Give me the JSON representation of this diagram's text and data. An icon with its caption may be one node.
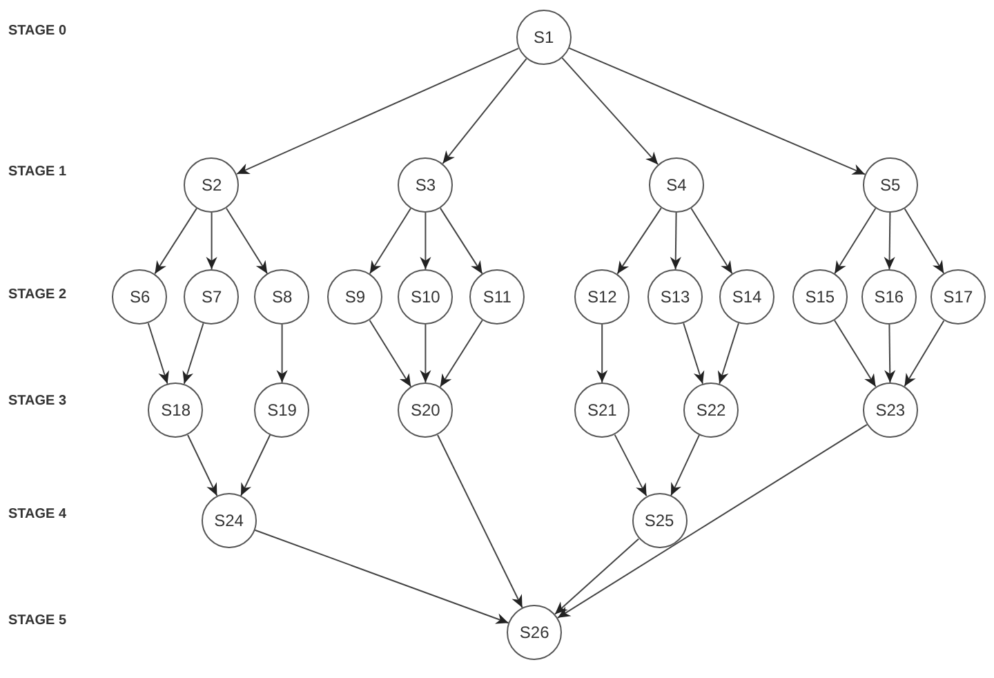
{
  "diagram": {
    "nodes": [
      {
        "text": [
          "S1"
        ]
      },
      {
        "text": [
          "S2"
        ]
      },
      {
        "text": [
          "S3"
        ]
      },
      {
        "text": [
          "S4"
        ]
      },
      {
        "text": [
          "S5"
        ]
      },
      {
        "text": [
          "S6"
        ]
      },
      {
        "text": [
          "S7"
        ]
      },
      {
        "text": [
          "S8"
        ]
      },
      {
        "text": [
          "S9"
        ]
      },
      {
        "text": [
          "S10"
        ]
      },
      {
        "text": [
          "S11"
        ]
      },
      {
        "text": [
          "S12"
        ]
      },
      {
        "text": [
          "S13"
        ]
      },
      {
        "text": [
          "S14"
        ]
      },
      {
        "text": [
          "S15"
        ]
      },
      {
        "text": [
          "S16"
        ]
      },
      {
        "text": [
          "S17"
        ]
      },
      {
        "text": [
          "S18"
        ]
      },
      {
        "text": [
          "S19"
        ]
      },
      {
        "text": [
          "S20"
        ]
      },
      {
        "text": [
          "S21"
        ]
      },
      {
        "text": [
          "S22"
        ]
      },
      {
        "text": [
          "S23"
        ]
      },
      {
        "text": [
          "S24"
        ]
      },
      {
        "text": [
          "S25"
        ]
      },
      {
        "text": [
          "S26"
        ]
      }
    ],
    "edges": [
      {
        "from": 0,
        "to": 1,
        "arrow": "to"
      },
      {
        "from": 0,
        "to": 2,
        "arrow": "to"
      },
      {
        "from": 0,
        "to": 3,
        "arrow": "to"
      },
      {
        "from": 0,
        "to": 4,
        "arrow": "to"
      },
      {
        "from": 1,
        "to": 5,
        "arrow": "to"
      },
      {
        "from": 1,
        "to": 6,
        "arrow": "to"
      },
      {
        "from": 1,
        "to": 7,
        "arrow": "to"
      },
      {
        "from": 2,
        "to": 8,
        "arrow": "to"
      },
      {
        "from": 2,
        "to": 9,
        "arrow": "to"
      },
      {
        "from": 2,
        "to": 10,
        "arrow": "to"
      },
      {
        "from": 3,
        "to": 11,
        "arrow": "to"
      },
      {
        "from": 3,
        "to": 12,
        "arrow": "to"
      },
      {
        "from": 3,
        "to": 13,
        "arrow": "to"
      },
      {
        "from": 4,
        "to": 14,
        "arrow": "to"
      },
      {
        "from": 4,
        "to": 15,
        "arrow": "to"
      },
      {
        "from": 4,
        "to": 16,
        "arrow": "to"
      },
      {
        "from": 5,
        "to": 17,
        "arrow": "to"
      },
      {
        "from": 6,
        "to": 17,
        "arrow": "to"
      },
      {
        "from": 7,
        "to": 18,
        "arrow": "to"
      },
      {
        "from": 8,
        "to": 19,
        "arrow": "to"
      },
      {
        "from": 9,
        "to": 19,
        "arrow": "to"
      },
      {
        "from": 10,
        "to": 19,
        "arrow": "to"
      },
      {
        "from": 11,
        "to": 20,
        "arrow": "to"
      },
      {
        "from": 12,
        "to": 21,
        "arrow": "to"
      },
      {
        "from": 13,
        "to": 21,
        "arrow": "to"
      },
      {
        "from": 14,
        "to": 22,
        "arrow": "to"
      },
      {
        "from": 15,
        "to": 22,
        "arrow": "to"
      },
      {
        "from": 16,
        "to": 22,
        "arrow": "to"
      },
      {
        "from": 17,
        "to": 23,
        "arrow": "to"
      },
      {
        "from": 18,
        "to": 23,
        "arrow": "to"
      },
      {
        "from": 20,
        "to": 24,
        "arrow": "to"
      },
      {
        "from": 21,
        "to": 24,
        "arrow": "to"
      },
      {
        "from": 19,
        "to": 25,
        "arrow": "to"
      },
      {
        "from": 23,
        "to": 25,
        "arrow": "to"
      },
      {
        "from": 24,
        "to": 25,
        "arrow": "to"
      },
      {
        "from": 22,
        "to": 25,
        "arrow": "to"
      }
    ],
    "labels": [
      "STAGE 0",
      "STAGE 1",
      "STAGE 2",
      "STAGE 3",
      "STAGE 4",
      "STAGE 5"
    ]
  }
}
